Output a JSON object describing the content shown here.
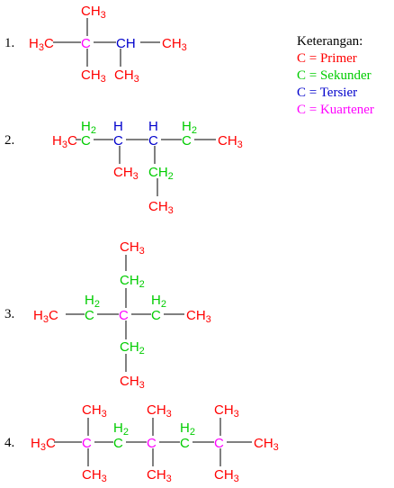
{
  "colors": {
    "primer": "#ff0000",
    "sekunder": "#00cc00",
    "tersier": "#0000cc",
    "kuartener": "#ff00ff",
    "bond": "#000000"
  },
  "legend": {
    "title": "Keterangan:",
    "items": [
      {
        "text": "C = Primer",
        "color": "primer"
      },
      {
        "text": "C = Sekunder",
        "color": "sekunder"
      },
      {
        "text": "C = Tersier",
        "color": "tersier"
      },
      {
        "text": "C = Kuartener",
        "color": "kuartener"
      }
    ]
  },
  "molecules": [
    {
      "label": "1."
    },
    {
      "label": "2."
    },
    {
      "label": "3."
    },
    {
      "label": "4."
    }
  ]
}
